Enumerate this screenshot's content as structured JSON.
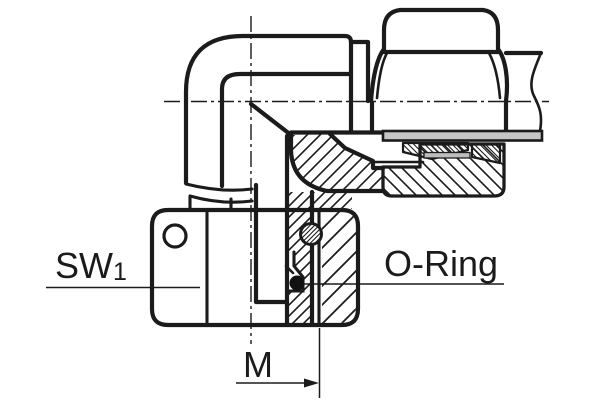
{
  "drawing": {
    "labels": {
      "wrench_size_prefix": "SW",
      "wrench_size_subscript": "1",
      "seal": "O-Ring",
      "thread": "M"
    },
    "colors": {
      "line": "#1b1b1b",
      "background": "#ffffff",
      "tube_wall_fill": "#c6c6c6",
      "ferrule_strip_fill": "#bdbdbd",
      "o_ring_fill": "#111111"
    }
  }
}
